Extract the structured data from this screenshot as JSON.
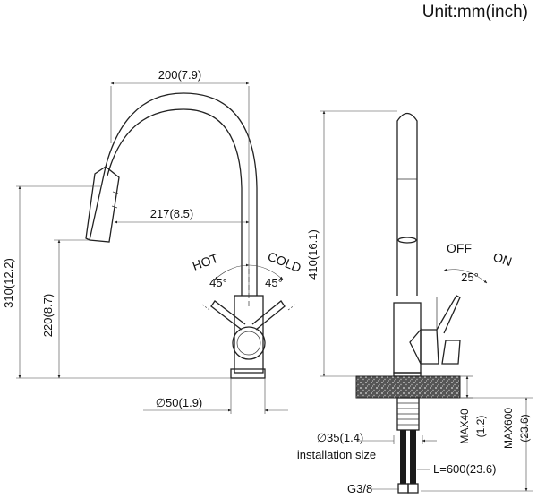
{
  "unit_label": "Unit:mm(inch)",
  "front_view": {
    "spout_reach": "200(7.9)",
    "aerator_reach": "217(8.5)",
    "total_height": "310(12.2)",
    "aerator_height": "220(8.7)",
    "base_diameter": "∅50(1.9)",
    "hot_label": "HOT",
    "cold_label": "COLD",
    "hot_angle": "45°",
    "cold_angle": "45°"
  },
  "side_view": {
    "height": "410(16.1)",
    "off_label": "OFF",
    "on_label": "ON",
    "lever_angle": "25°",
    "max_deck_line1": "MAX40",
    "max_deck_line2": "(1.2)",
    "max_length_line1": "MAX600",
    "max_length_line2": "(23.6)",
    "hole_size": "∅35(1.4)",
    "installation_size": "installation size",
    "hose_length": "L=600(23.6)",
    "thread": "G3/8"
  }
}
